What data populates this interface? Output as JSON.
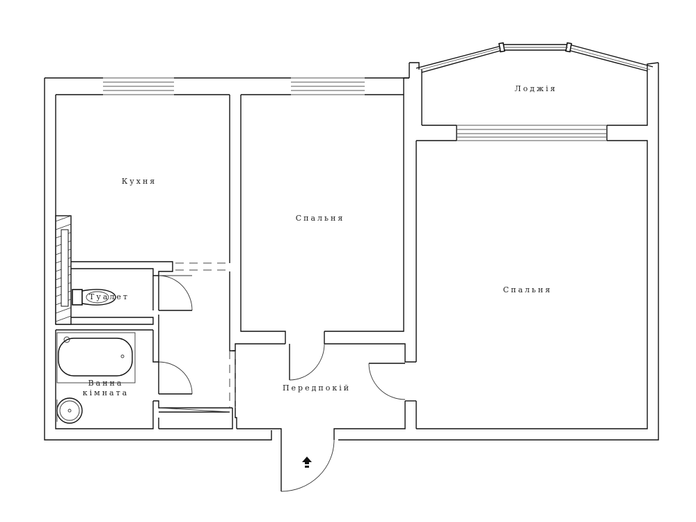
{
  "rooms": {
    "kitchen": "Кухня",
    "bedroom_small": "Спальня",
    "bedroom_large": "Спальня",
    "loggia": "Лоджія",
    "toilet": "Туалет",
    "bathroom_line1": "Ванна",
    "bathroom_line2": "кімната",
    "hallway": "Передпокій"
  },
  "icons": {
    "entrance": "entrance-arrow-icon"
  }
}
